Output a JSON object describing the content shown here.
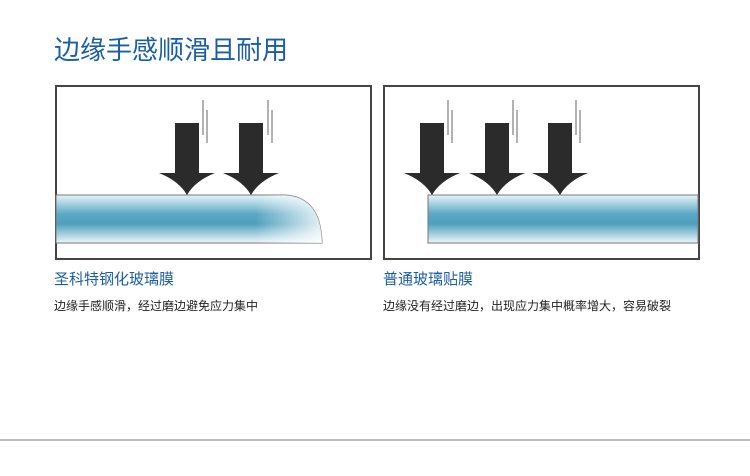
{
  "title": "边缘手感顺滑且耐用",
  "left": {
    "name": "圣科特钢化玻璃膜",
    "description": "边缘手感顺滑，经过磨边避免应力集中"
  },
  "right": {
    "name": "普通玻璃贴膜",
    "description": "边缘没有经过磨边，出现应力集中概率增大，容易破裂"
  },
  "colors": {
    "accent": "#1a5ea6",
    "arrow": "#2b2b2b",
    "glass": "#5aa8c4"
  }
}
